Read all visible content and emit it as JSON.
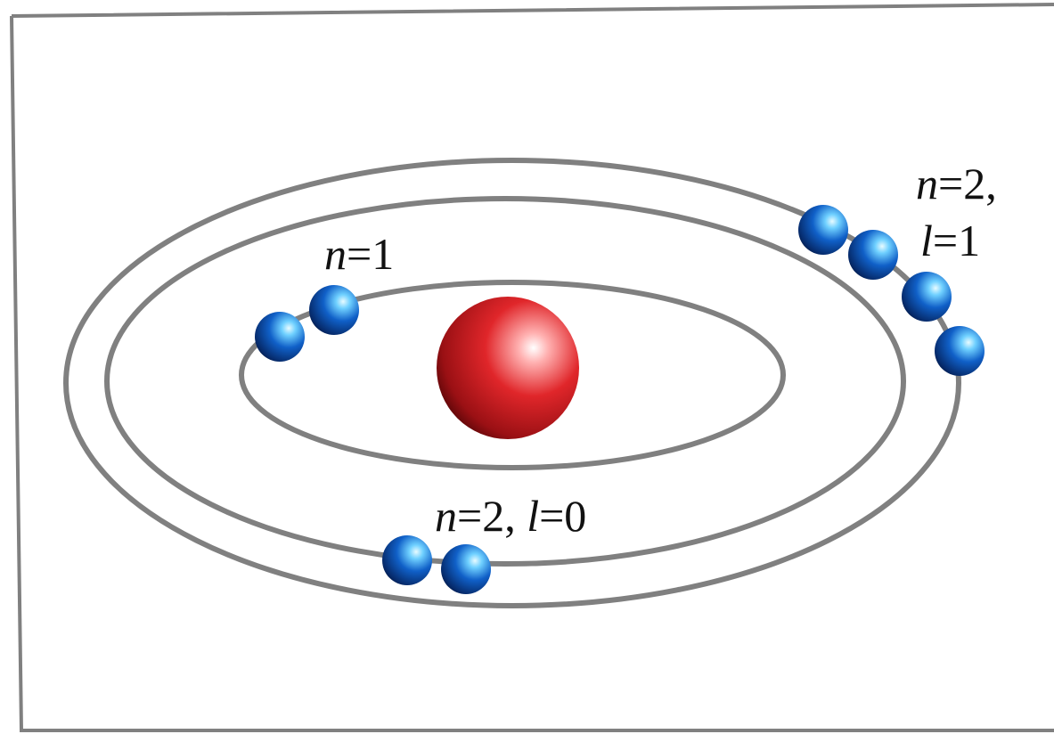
{
  "diagram": {
    "labels": {
      "shell_1": {
        "var": "n",
        "eq": "=1"
      },
      "shell_2s": {
        "var1": "n",
        "eq1": "=2, ",
        "var2": "l",
        "eq2": "=0"
      },
      "shell_2p_line1": {
        "var": "n",
        "eq": "=2,"
      },
      "shell_2p_line2": {
        "var": "l",
        "eq": "=1"
      }
    },
    "colors": {
      "orbit": "#808080",
      "frame": "#808080",
      "nucleus": "#e0262a",
      "electron": "#1060c8"
    },
    "electron_counts": {
      "shell_1": 2,
      "shell_2s": 2,
      "shell_2p": 4
    }
  }
}
